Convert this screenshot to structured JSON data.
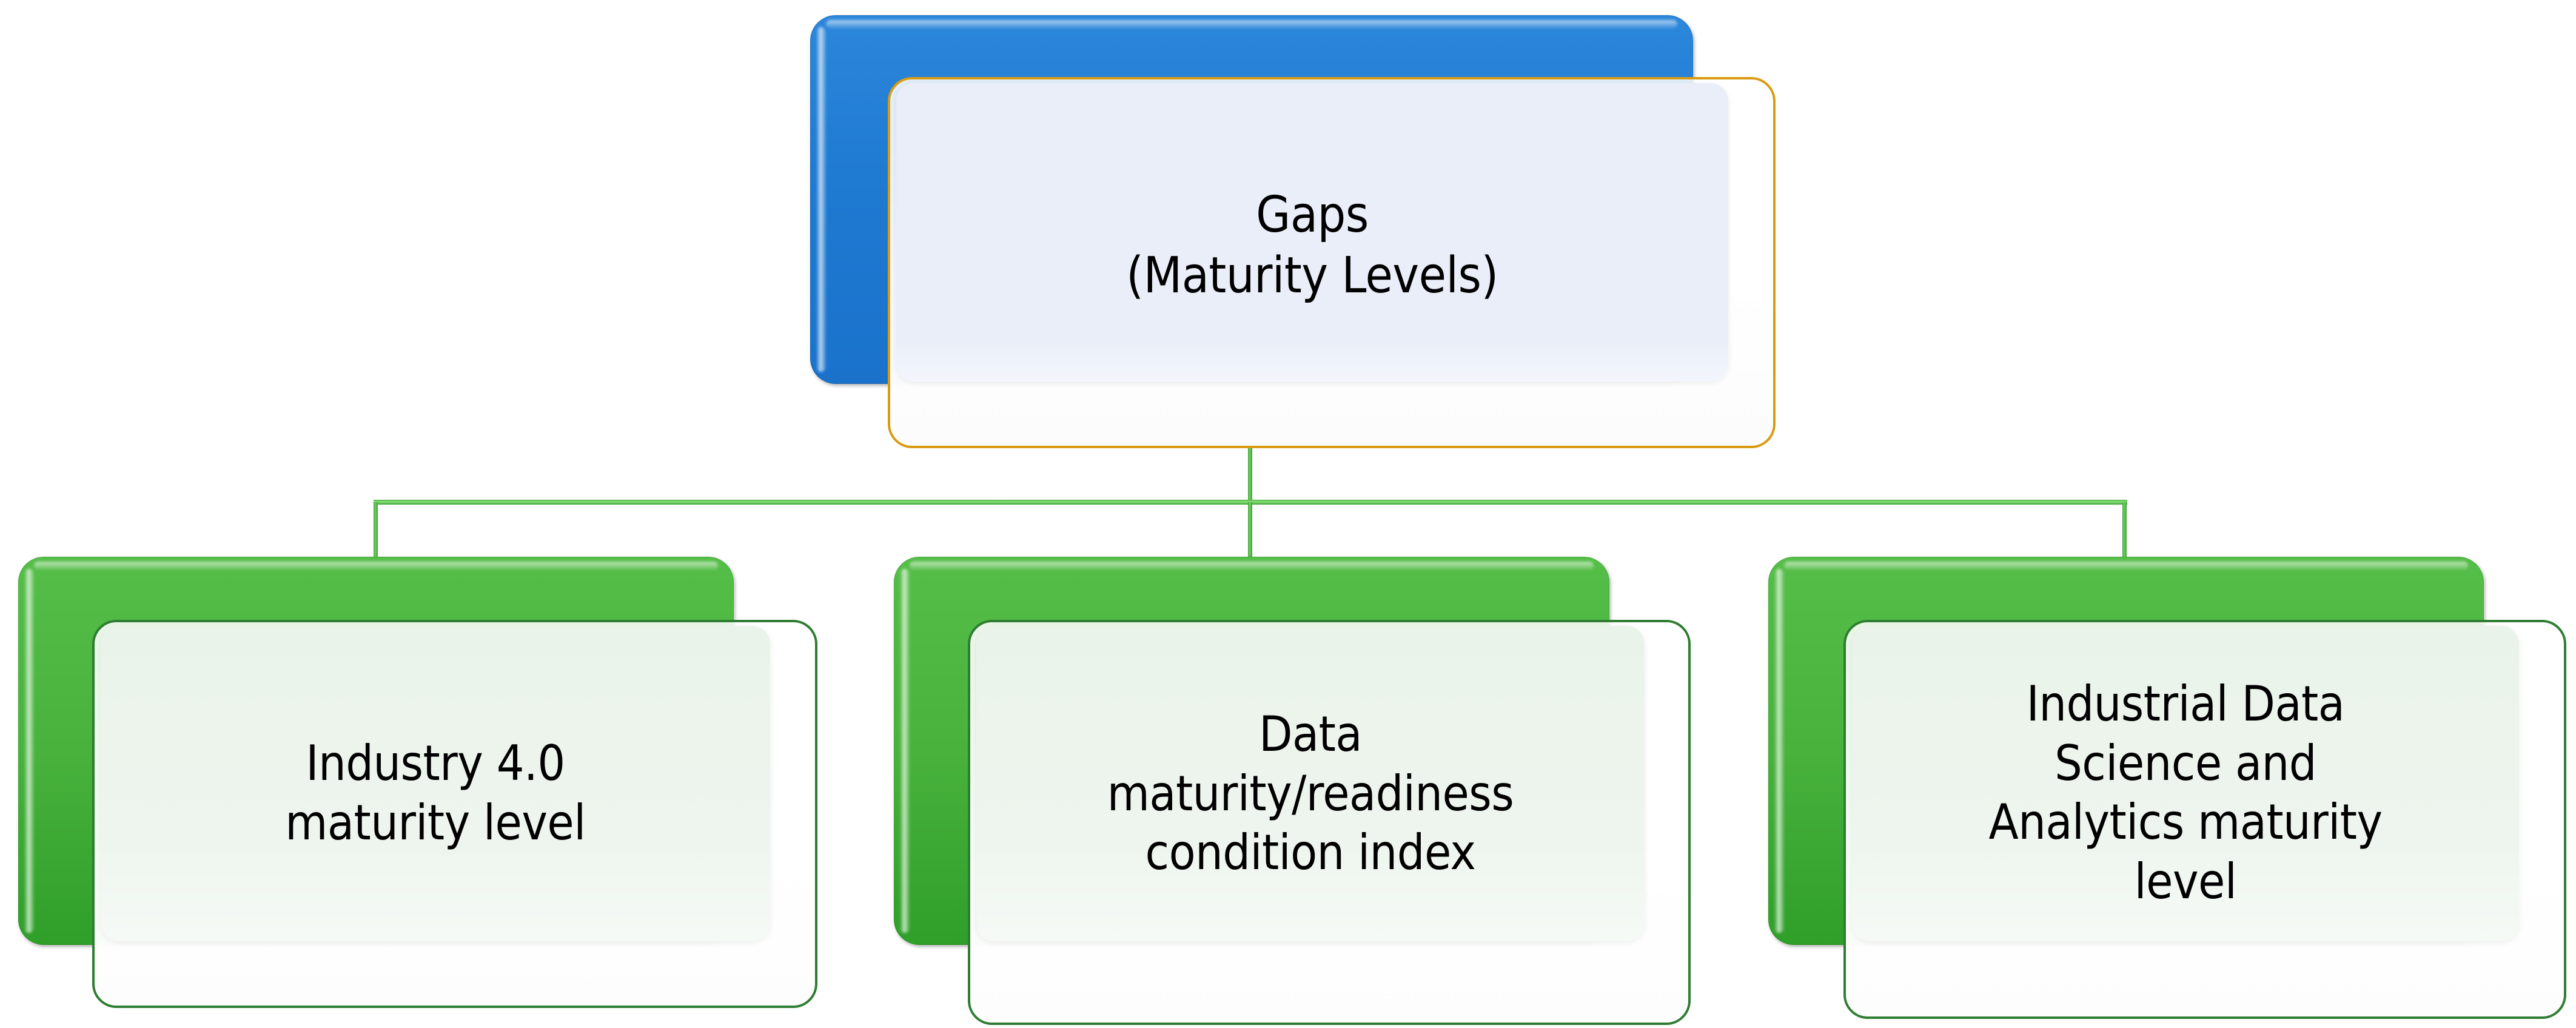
{
  "diagram": {
    "title_text": "Gaps\n(Maturity Levels)",
    "type": "hierarchy",
    "colors": {
      "root_plate": "#1f7ad2",
      "root_overlay_border": "#d99b12",
      "root_pane_fill": "#e9eef8",
      "leaf_plate": "#48b23c",
      "leaf_overlay_border": "#2e7d32",
      "leaf_pane_fill": "#eaf3ea",
      "connector": "#51b848",
      "text": "#000000",
      "background": "#ffffff"
    },
    "root": {
      "label": "Gaps\n(Maturity Levels)"
    },
    "children": [
      {
        "label": "Industry 4.0\nmaturity level"
      },
      {
        "label": "Data\nmaturity/readiness\ncondition index"
      },
      {
        "label": "Industrial Data\nScience and\nAnalytics maturity\nlevel"
      }
    ]
  }
}
